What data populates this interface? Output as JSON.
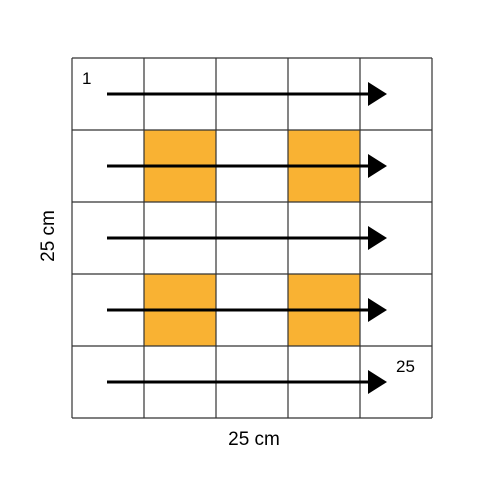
{
  "grid": {
    "rows": 5,
    "cols": 5,
    "highlighted_cells": [
      {
        "row": 1,
        "col": 1
      },
      {
        "row": 1,
        "col": 3
      },
      {
        "row": 3,
        "col": 1
      },
      {
        "row": 3,
        "col": 3
      }
    ],
    "highlight_color": "#F9B233",
    "line_color": "#333333"
  },
  "arrows": {
    "count": 5,
    "color": "#000000"
  },
  "labels": {
    "start": "1",
    "end": "25",
    "width": "25 cm",
    "height": "25 cm"
  }
}
